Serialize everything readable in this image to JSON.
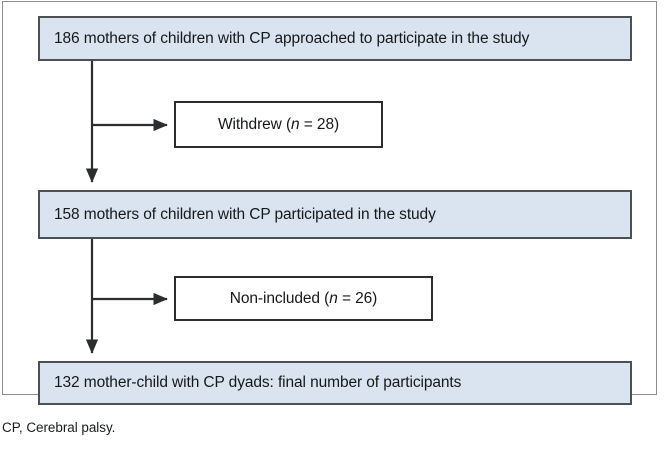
{
  "figure": {
    "caption": "CP, Cerebral palsy.",
    "frame_border_color": "#8b8d8f",
    "primary_fill_color": "#d9e4f0",
    "primary_border_color": "#4c5054",
    "exclusion_fill_color": "#ffffff",
    "exclusion_border_color": "#2b2d2f",
    "connector_color": "#2b2d2f"
  },
  "nodes": {
    "approached": {
      "text": "186 mothers of children with CP approached to participate in the study",
      "count": 186,
      "kind": "primary"
    },
    "withdrew": {
      "label": "Withdrew (",
      "italic_n": "n",
      "value": " = 28)",
      "full_text": "Withdrew (n = 28)",
      "count": 28,
      "kind": "exclusion"
    },
    "participated": {
      "text": "158 mothers of children with CP participated in the study",
      "count": 158,
      "kind": "primary"
    },
    "non_included": {
      "label": "Non-included (",
      "italic_n": "n",
      "value": " = 26)",
      "full_text": "Non-included (n = 26)",
      "count": 26,
      "kind": "exclusion"
    },
    "final": {
      "text": "132 mother-child with CP dyads: final number of participants",
      "count": 132,
      "kind": "primary"
    }
  },
  "chart_data": {
    "type": "flowchart",
    "title": "",
    "stages": [
      {
        "id": "approached",
        "label": "186 mothers of children with CP approached to participate in the study",
        "n": 186,
        "style": "primary"
      },
      {
        "id": "withdrew",
        "label": "Withdrew (n = 28)",
        "n": 28,
        "style": "exclusion"
      },
      {
        "id": "participated",
        "label": "158 mothers of children with CP participated in the study",
        "n": 158,
        "style": "primary"
      },
      {
        "id": "non_included",
        "label": "Non-included (n = 26)",
        "n": 26,
        "style": "exclusion"
      },
      {
        "id": "final",
        "label": "132 mother-child with CP dyads: final number of participants",
        "n": 132,
        "style": "primary"
      }
    ],
    "edges": [
      {
        "from": "approached",
        "to": "withdrew",
        "direction": "right"
      },
      {
        "from": "approached",
        "to": "participated",
        "direction": "down"
      },
      {
        "from": "participated",
        "to": "non_included",
        "direction": "right"
      },
      {
        "from": "participated",
        "to": "final",
        "direction": "down"
      }
    ],
    "legend": "CP, Cerebral palsy."
  }
}
